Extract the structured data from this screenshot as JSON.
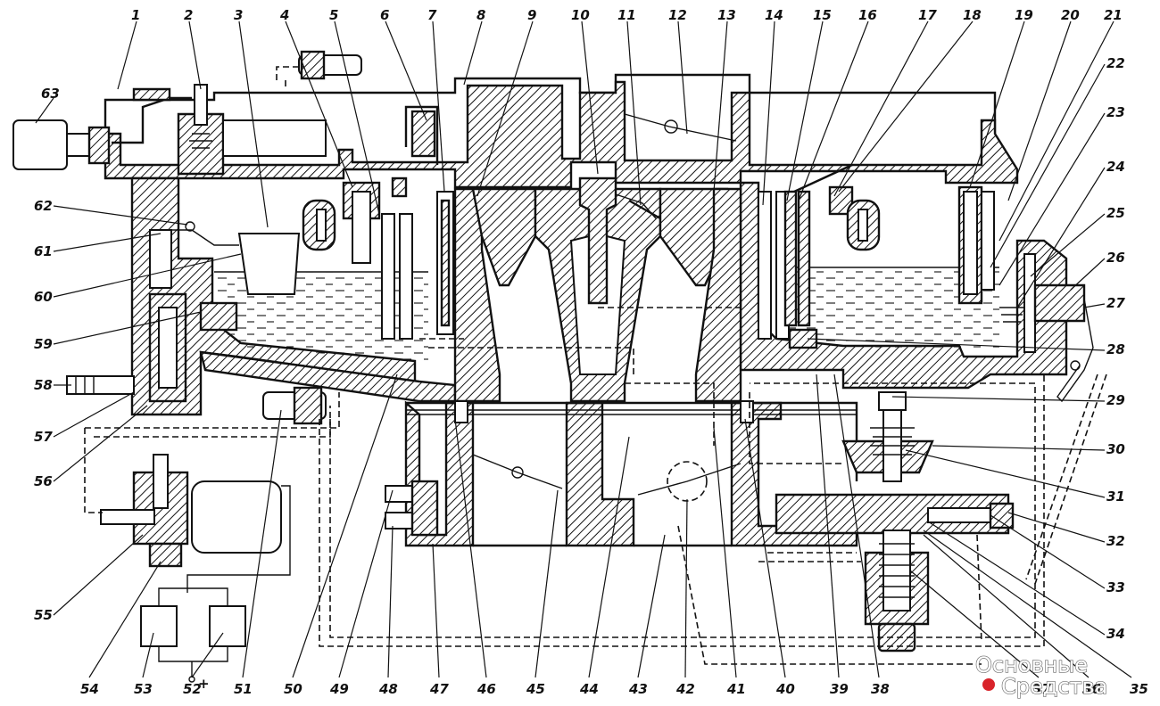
{
  "callouts": {
    "top": [
      "1",
      "2",
      "3",
      "4",
      "5",
      "6",
      "7",
      "8",
      "9",
      "10",
      "11",
      "12",
      "13",
      "14",
      "15",
      "16",
      "17",
      "18",
      "19",
      "20",
      "21"
    ],
    "right": [
      "22",
      "23",
      "24",
      "25",
      "26",
      "27",
      "28",
      "29",
      "30",
      "31",
      "32",
      "33",
      "34",
      "35"
    ],
    "bottom": [
      "36",
      "37",
      "38",
      "39",
      "40",
      "41",
      "42",
      "43",
      "44",
      "45",
      "46",
      "47",
      "48",
      "49",
      "50",
      "51",
      "52",
      "53",
      "54",
      "55"
    ],
    "left": [
      "56",
      "57",
      "58",
      "59",
      "60",
      "61",
      "62",
      "63"
    ],
    "plus_sign": "+"
  },
  "watermark": {
    "line1": "Основные",
    "line2": "Средства"
  },
  "colors": {
    "ink": "#111111",
    "watermark_red": "#d8232a",
    "watermark_gray": "#6b6b6b"
  }
}
